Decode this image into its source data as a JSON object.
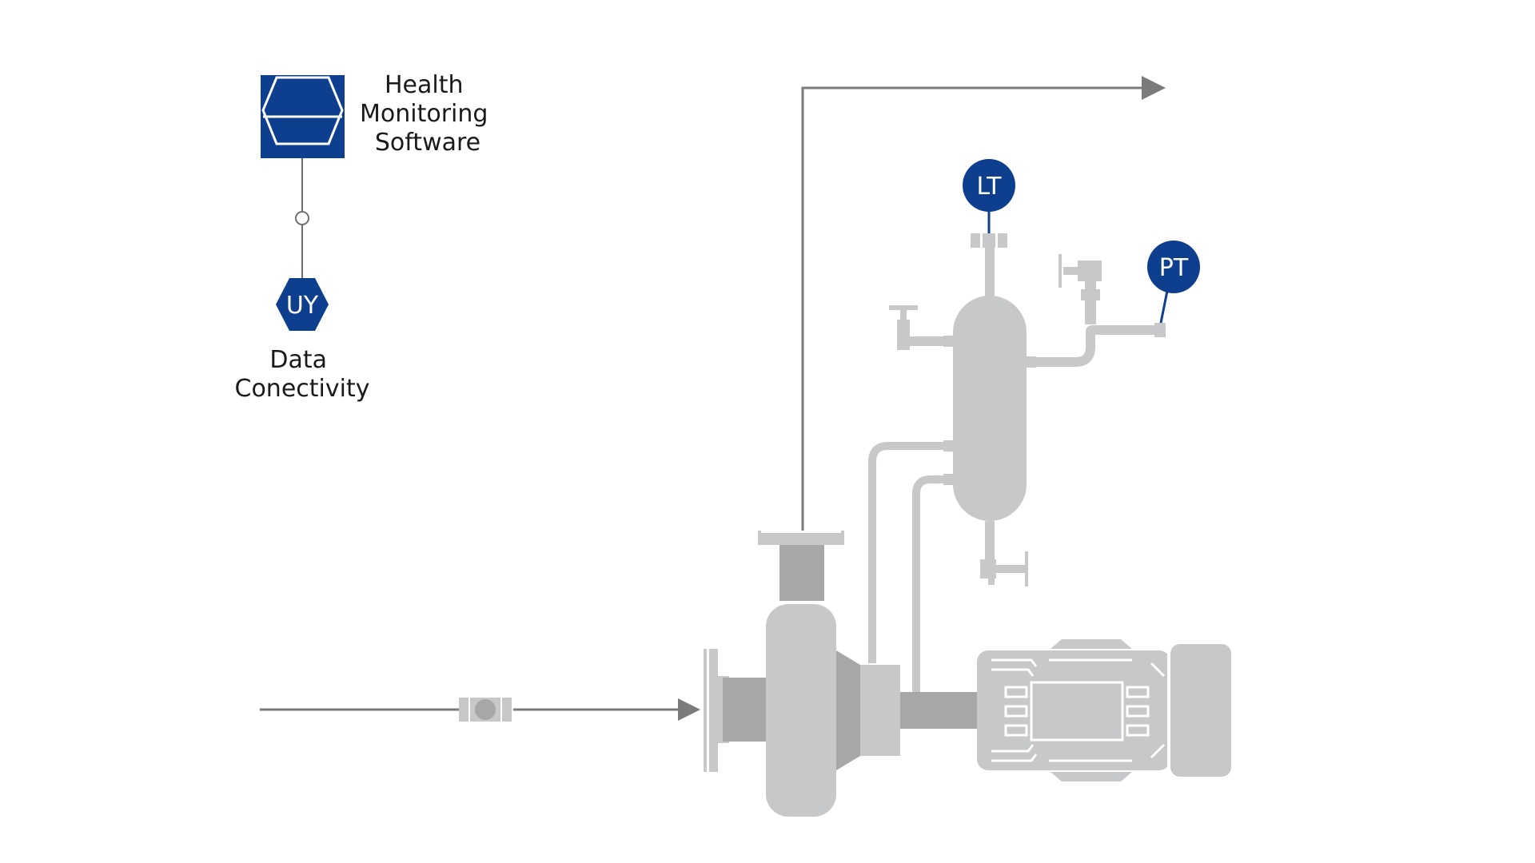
{
  "software": {
    "label_lines": [
      "Health",
      "Monitoring",
      "Software"
    ]
  },
  "device": {
    "tag": "UY",
    "label_lines": [
      "Data",
      "Conectivity"
    ]
  },
  "instruments": {
    "level": {
      "tag": "LT"
    },
    "pressure": {
      "tag": "PT"
    }
  },
  "colors": {
    "brand_blue": "#0e3f8f",
    "equipment_gray": "#c7c8ca",
    "dark_gray": "#a6a7a9",
    "line_gray": "#7a7b7d"
  }
}
